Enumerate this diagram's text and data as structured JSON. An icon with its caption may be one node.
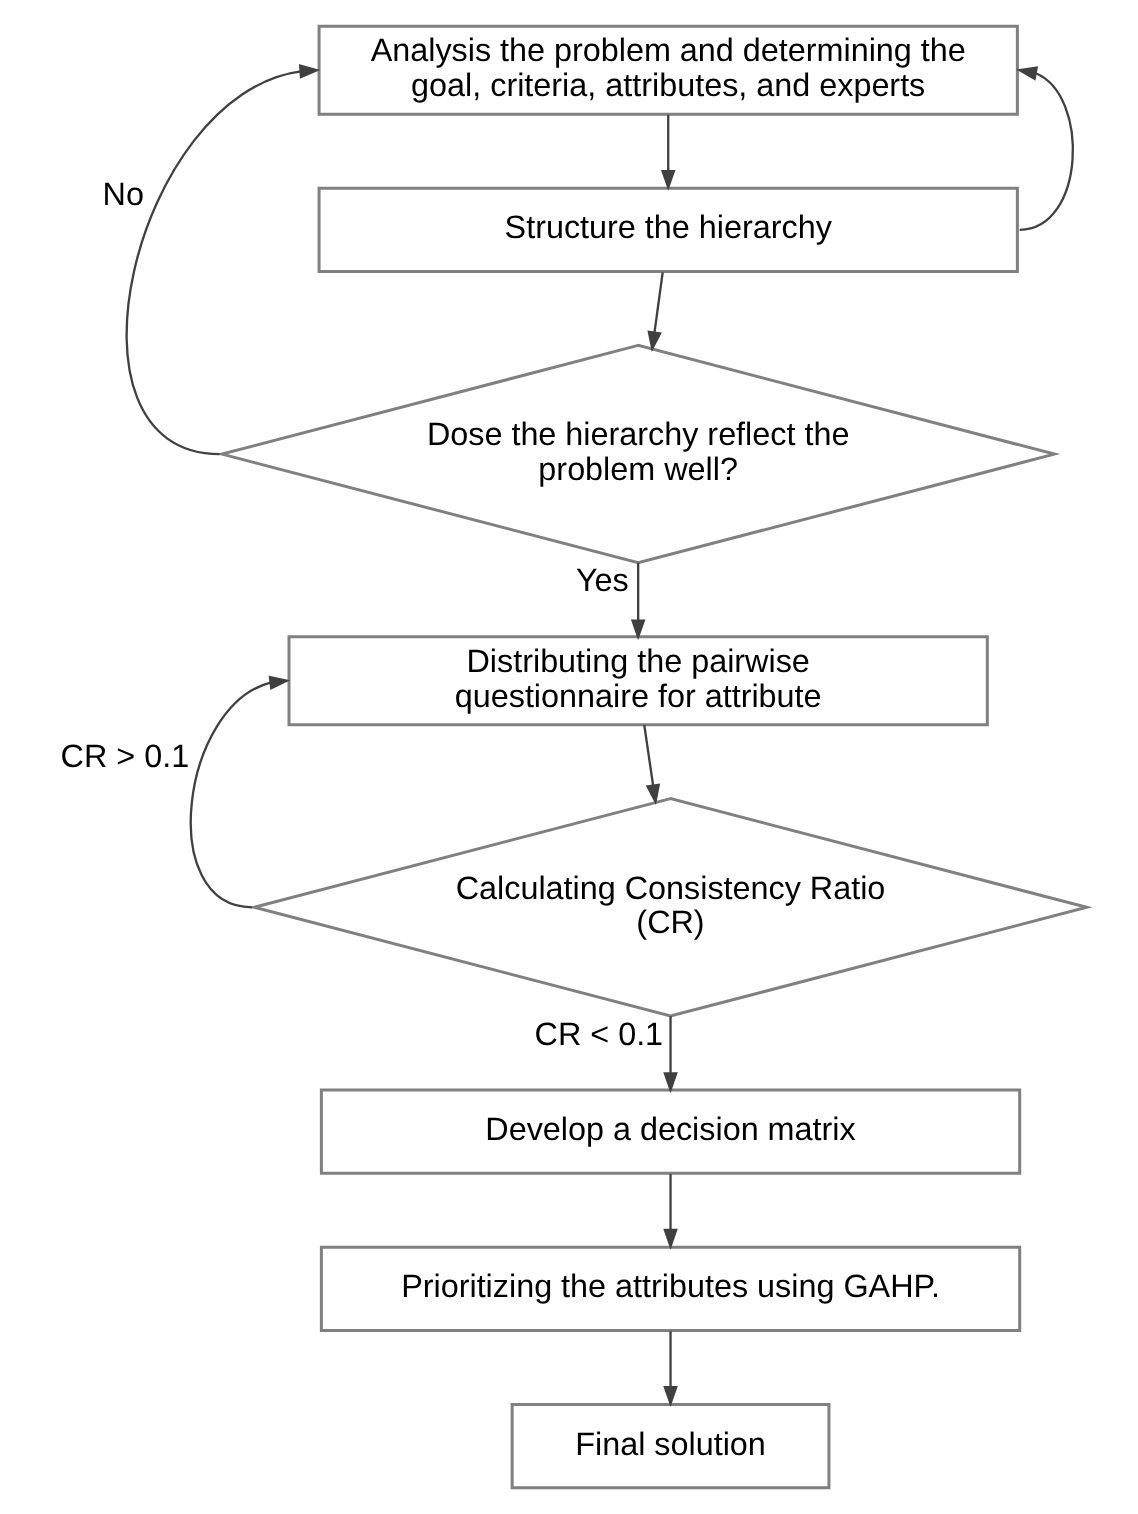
{
  "diagram": {
    "nodes": [
      {
        "text": [
          "Analysis the problem and determining the goal, criteria, attributes, and experts"
        ]
      },
      {
        "text": [
          "Structure the hierarchy"
        ]
      },
      {
        "text": [
          "Dose the hierarchy reflect the problem well?"
        ]
      },
      {
        "text": [
          "Distributing the pairwise questionnaire for attribute"
        ]
      },
      {
        "text": [
          "Calculating Consistency Ratio (CR)"
        ]
      },
      {
        "text": [
          "Develop a decision matrix"
        ]
      },
      {
        "text": [
          "Prioritizing the attributes using GAHP."
        ]
      },
      {
        "text": [
          "Final solution"
        ]
      }
    ],
    "edges": [
      {
        "from": 0,
        "to": 1,
        "arrow": "to"
      },
      {
        "from": 1,
        "to": 2,
        "arrow": "to"
      },
      {
        "from": 2,
        "to": 0,
        "arrow": "to",
        "label": "No"
      },
      {
        "from": 1,
        "to": 0,
        "arrow": "to"
      },
      {
        "from": 2,
        "to": 3,
        "arrow": "to",
        "label": "Yes"
      },
      {
        "from": 3,
        "to": 4,
        "arrow": "to"
      },
      {
        "from": 4,
        "to": 3,
        "arrow": "to",
        "label": "CR > 0.1"
      },
      {
        "from": 4,
        "to": 5,
        "arrow": "to",
        "label": "CR < 0.1"
      },
      {
        "from": 5,
        "to": 6,
        "arrow": "to"
      },
      {
        "from": 6,
        "to": 7,
        "arrow": "to"
      }
    ]
  }
}
